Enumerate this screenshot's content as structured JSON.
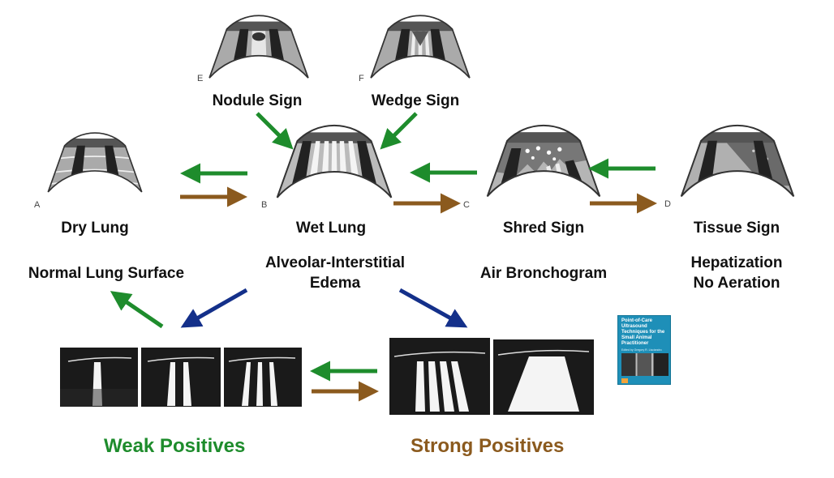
{
  "figures": {
    "A": {
      "letter": "A",
      "label": "Dry Lung",
      "caption": "Normal Lung Surface"
    },
    "B": {
      "letter": "B",
      "label": "Wet Lung",
      "caption_line1": "Alveolar-Interstitial",
      "caption_line2": "Edema"
    },
    "C": {
      "letter": "C",
      "label": "Shred Sign",
      "caption": "Air Bronchogram"
    },
    "D": {
      "letter": "D",
      "label": "Tissue Sign",
      "caption_line1": "Hepatization",
      "caption_line2": "No Aeration"
    },
    "E": {
      "letter": "E",
      "label": "Nodule Sign"
    },
    "F": {
      "letter": "F",
      "label": "Wedge Sign"
    }
  },
  "groups": {
    "weak": {
      "label": "Weak Positives",
      "color": "#1e8c2c"
    },
    "strong": {
      "label": "Strong Positives",
      "color": "#8b5a1e"
    }
  },
  "book": {
    "title": "Point-of-Care Ultrasound Techniques for the Small Animal Practitioner",
    "subtitle": "Edited by Gregory R. Lisciandro"
  },
  "colors": {
    "green": "#1e8c2c",
    "brown": "#8b5a1e",
    "navy": "#14308a"
  }
}
